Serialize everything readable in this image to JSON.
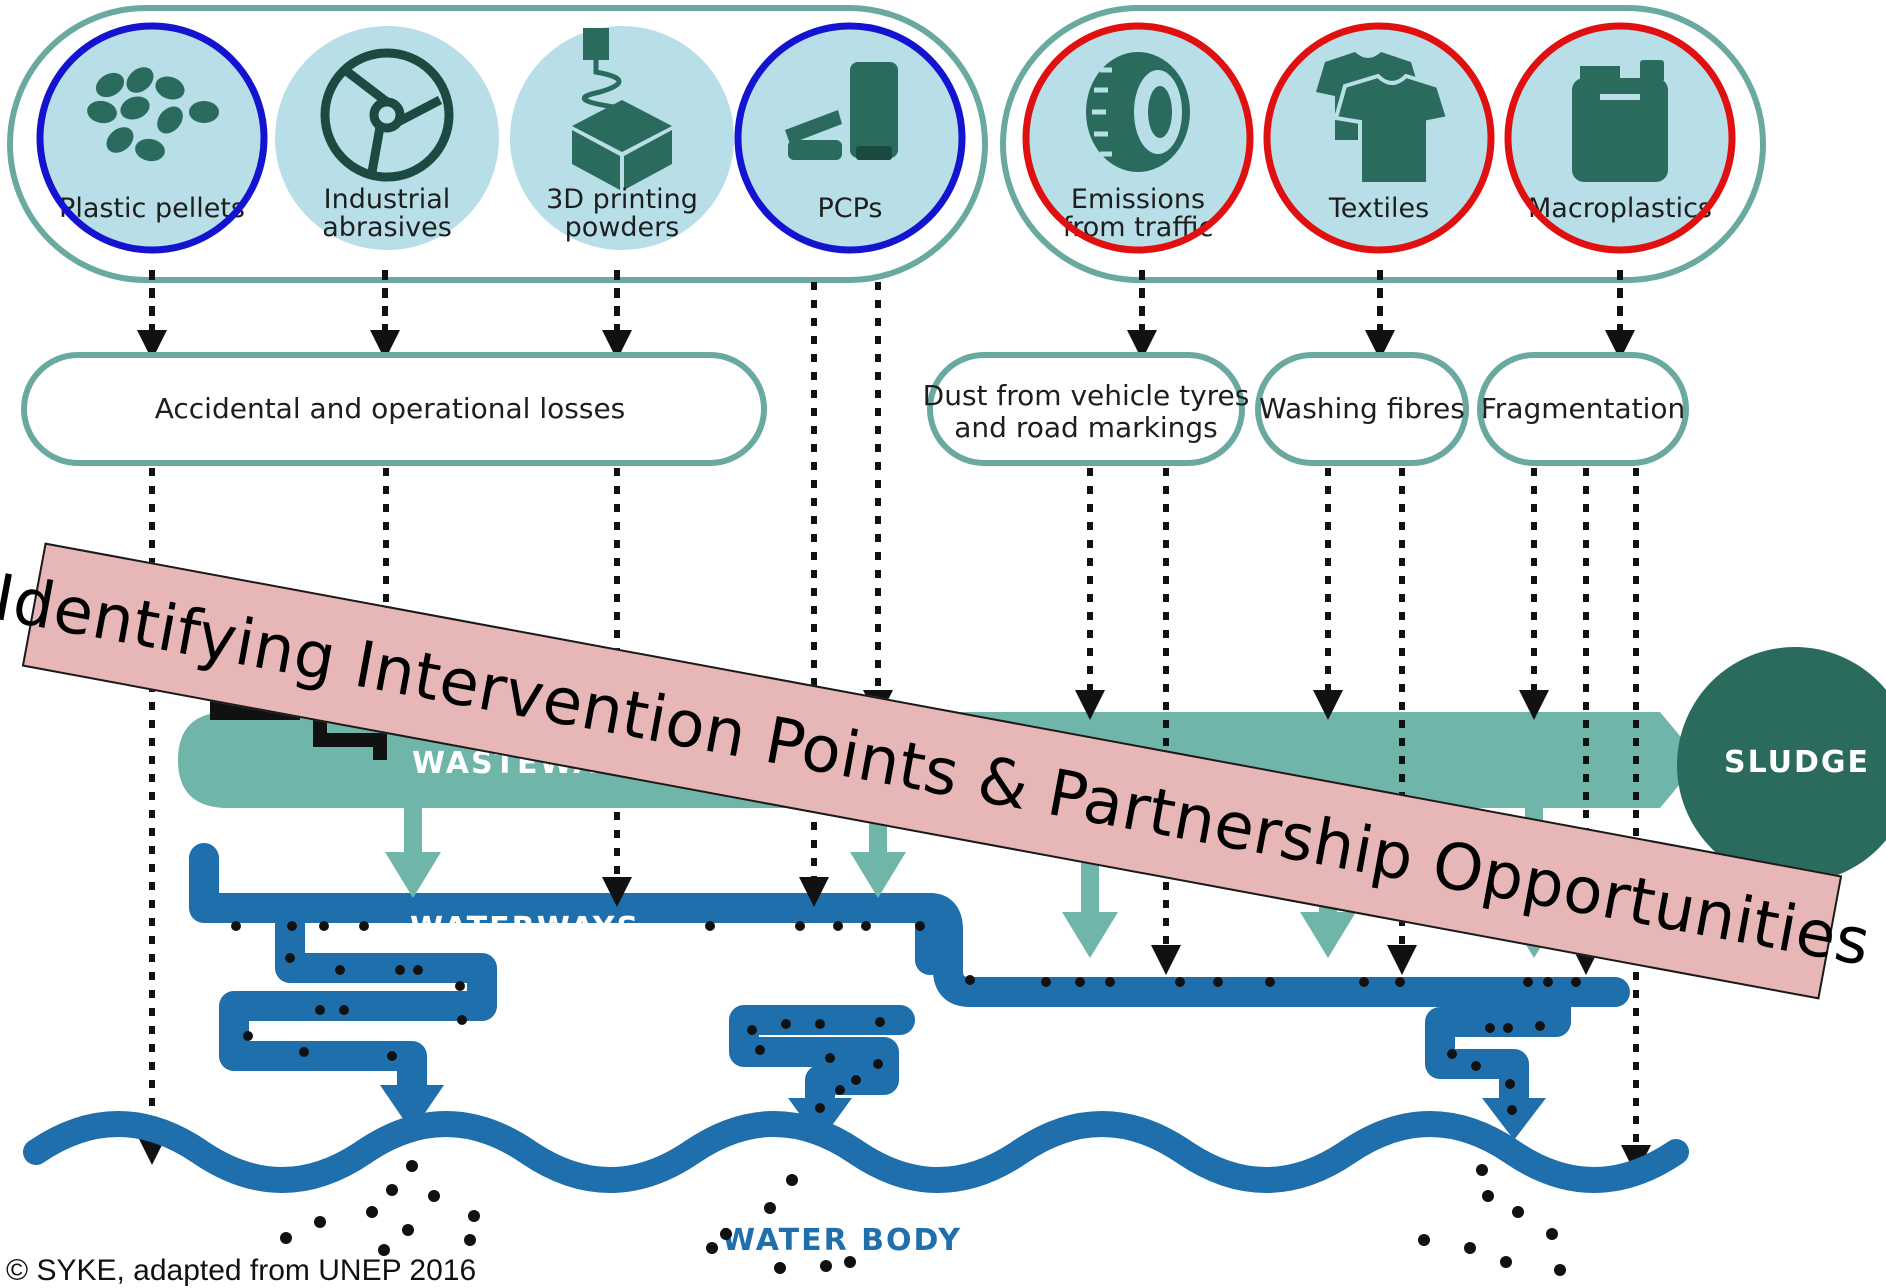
{
  "sources_group_a": [
    {
      "label": "Plastic pellets",
      "icon": "pellets-icon",
      "highlight": "blue"
    },
    {
      "label": "Industrial\nabrasives",
      "icon": "abrasive-disc-icon",
      "highlight": "none"
    },
    {
      "label": "3D printing\npowders",
      "icon": "3d-printer-icon",
      "highlight": "none"
    },
    {
      "label": "PCPs",
      "icon": "cosmetics-tube-icon",
      "highlight": "blue"
    }
  ],
  "sources_group_b": [
    {
      "label": "Emissions\nfrom traffic",
      "icon": "tyre-icon",
      "highlight": "red"
    },
    {
      "label": "Textiles",
      "icon": "tshirt-icon",
      "highlight": "red"
    },
    {
      "label": "Macroplastics",
      "icon": "canister-icon",
      "highlight": "red"
    }
  ],
  "pathways": {
    "losses": "Accidental and operational losses",
    "dust": "Dust from vehicle tyres\nand road markings",
    "washing": "Washing fibres",
    "fragmentation": "Fragmentation"
  },
  "flows": {
    "wastewater": "WASTEWATER TREATMENT",
    "sludge": "SLUDGE",
    "waterways": "WATERWAYS",
    "waterbody": "WATER BODY"
  },
  "banner": "Identifying Intervention Points & Partnership Opportunities",
  "credit": "© SYKE, adapted from UNEP 2016",
  "colors": {
    "circle_fill": "#b8dfe8",
    "icon": "#2a6b5e",
    "group_border": "#6aa9a0",
    "wastewater": "#6fb5a9",
    "waterways": "#1f6fac",
    "sludge": "#2a6b5e",
    "highlight_blue": "#1414d0",
    "highlight_red": "#e01010",
    "banner_fill": "#e7b6b6"
  }
}
